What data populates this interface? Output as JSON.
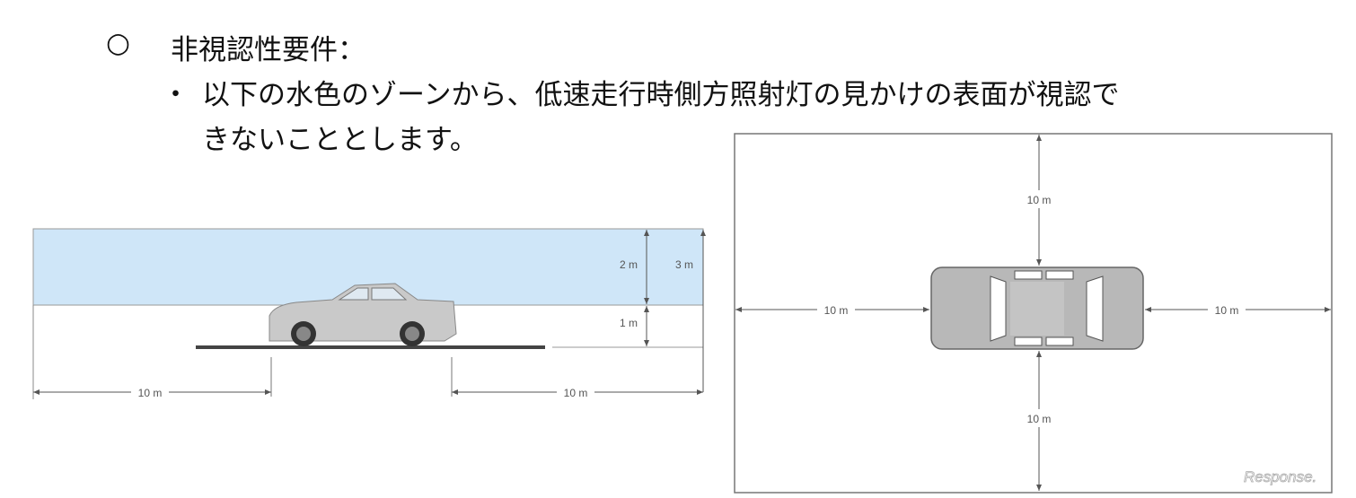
{
  "heading": {
    "bullet": "○",
    "title": "非視認性要件："
  },
  "body": {
    "bullet": "・",
    "line1": "以下の水色のゾーンから、低速走行時側方照射灯の見かけの表面が視認で",
    "line2": "きないこととします。"
  },
  "side_view": {
    "dim_2m": "2 m",
    "dim_1m": "1 m",
    "dim_3m": "3 m",
    "dim_left": "10 m",
    "dim_right": "10 m",
    "zone_color": "#cfe6f8"
  },
  "top_view": {
    "dim_top": "10 m",
    "dim_bottom": "10 m",
    "dim_left": "10 m",
    "dim_right": "10 m"
  },
  "watermark": "Response."
}
